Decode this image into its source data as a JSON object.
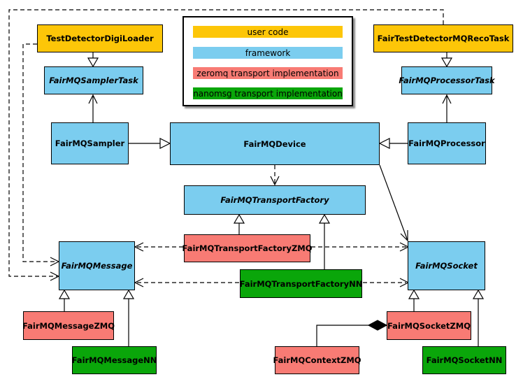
{
  "colors": {
    "user_code": "#fdc608",
    "framework": "#7bcdef",
    "zeromq": "#f87b74",
    "nanomsg": "#0aa60a",
    "border": "#000000",
    "background": "#ffffff"
  },
  "legend": {
    "items": [
      {
        "label": "user code",
        "color_key": "user_code"
      },
      {
        "label": "framework",
        "color_key": "framework"
      },
      {
        "label": "zeromq transport implementation",
        "color_key": "zeromq"
      },
      {
        "label": "nanomsg transport implementation",
        "color_key": "nanomsg"
      }
    ]
  },
  "nodes": {
    "digiloader": {
      "label": "TestDetectorDigiLoader",
      "category": "user_code",
      "abstract": false
    },
    "recotask": {
      "label": "FairTestDetectorMQRecoTask",
      "category": "user_code",
      "abstract": false
    },
    "samplertask": {
      "label": "FairMQSamplerTask",
      "category": "framework",
      "abstract": true
    },
    "processortask": {
      "label": "FairMQProcessorTask",
      "category": "framework",
      "abstract": true
    },
    "sampler": {
      "label": "FairMQSampler",
      "category": "framework",
      "abstract": false
    },
    "device": {
      "label": "FairMQDevice",
      "category": "framework",
      "abstract": false
    },
    "processor": {
      "label": "FairMQProcessor",
      "category": "framework",
      "abstract": false
    },
    "transportfactory": {
      "label": "FairMQTransportFactory",
      "category": "framework",
      "abstract": true
    },
    "tfzmq": {
      "label": "FairMQTransportFactoryZMQ",
      "category": "zeromq",
      "abstract": false
    },
    "tfnn": {
      "label": "FairMQTransportFactoryNN",
      "category": "nanomsg",
      "abstract": false
    },
    "message": {
      "label": "FairMQMessage",
      "category": "framework",
      "abstract": true
    },
    "socket": {
      "label": "FairMQSocket",
      "category": "framework",
      "abstract": true
    },
    "messagezmq": {
      "label": "FairMQMessageZMQ",
      "category": "zeromq",
      "abstract": false
    },
    "messagenn": {
      "label": "FairMQMessageNN",
      "category": "nanomsg",
      "abstract": false
    },
    "socketzmq": {
      "label": "FairMQSocketZMQ",
      "category": "zeromq",
      "abstract": false
    },
    "socketnn": {
      "label": "FairMQSocketNN",
      "category": "nanomsg",
      "abstract": false
    },
    "contextzmq": {
      "label": "FairMQContextZMQ",
      "category": "zeromq",
      "abstract": false
    }
  },
  "edges": [
    {
      "from": "TestDetectorDigiLoader",
      "to": "FairMQSamplerTask",
      "type": "inheritance"
    },
    {
      "from": "FairTestDetectorMQRecoTask",
      "to": "FairMQProcessorTask",
      "type": "inheritance"
    },
    {
      "from": "FairMQSampler",
      "to": "FairMQSamplerTask",
      "type": "association"
    },
    {
      "from": "FairMQProcessor",
      "to": "FairMQProcessorTask",
      "type": "association"
    },
    {
      "from": "FairMQSampler",
      "to": "FairMQDevice",
      "type": "inheritance"
    },
    {
      "from": "FairMQProcessor",
      "to": "FairMQDevice",
      "type": "inheritance"
    },
    {
      "from": "FairMQDevice",
      "to": "FairMQTransportFactory",
      "type": "dependency"
    },
    {
      "from": "FairMQDevice",
      "to": "FairMQSocket",
      "type": "association"
    },
    {
      "from": "FairMQTransportFactoryZMQ",
      "to": "FairMQTransportFactory",
      "type": "inheritance"
    },
    {
      "from": "FairMQTransportFactoryNN",
      "to": "FairMQTransportFactory",
      "type": "inheritance"
    },
    {
      "from": "FairMQTransportFactoryZMQ",
      "to": "FairMQMessage",
      "type": "dependency"
    },
    {
      "from": "FairMQTransportFactoryZMQ",
      "to": "FairMQSocket",
      "type": "dependency"
    },
    {
      "from": "FairMQTransportFactoryNN",
      "to": "FairMQMessage",
      "type": "dependency"
    },
    {
      "from": "FairMQTransportFactoryNN",
      "to": "FairMQSocket",
      "type": "dependency"
    },
    {
      "from": "TestDetectorDigiLoader",
      "to": "FairMQMessage",
      "type": "dependency"
    },
    {
      "from": "FairTestDetectorMQRecoTask",
      "to": "FairMQMessage",
      "type": "dependency"
    },
    {
      "from": "FairMQMessageZMQ",
      "to": "FairMQMessage",
      "type": "inheritance"
    },
    {
      "from": "FairMQMessageNN",
      "to": "FairMQMessage",
      "type": "inheritance"
    },
    {
      "from": "FairMQSocketZMQ",
      "to": "FairMQSocket",
      "type": "inheritance"
    },
    {
      "from": "FairMQSocketNN",
      "to": "FairMQSocket",
      "type": "inheritance"
    },
    {
      "from": "FairMQContextZMQ",
      "to": "FairMQSocketZMQ",
      "type": "composition"
    }
  ]
}
